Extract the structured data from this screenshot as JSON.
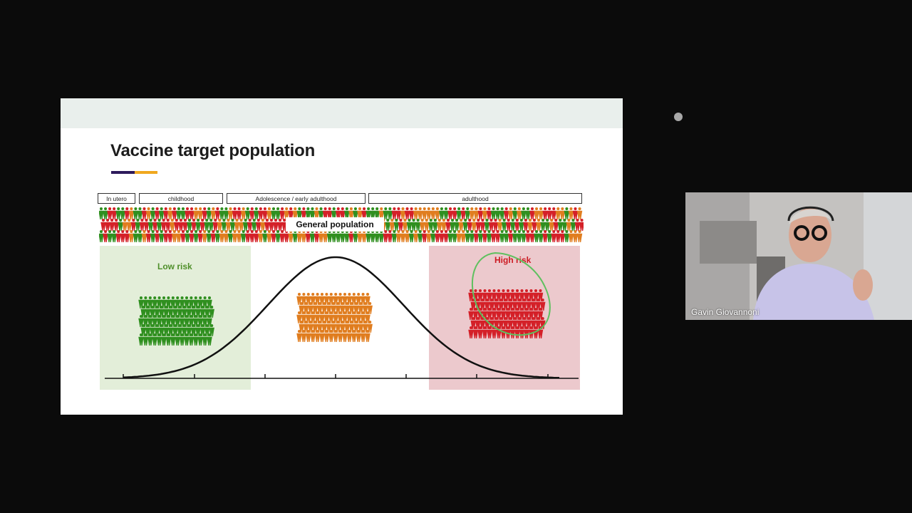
{
  "slide": {
    "title": "Vaccine target population",
    "underline_colors": [
      "#2e1a5c",
      "#f0a81e"
    ],
    "age_groups": [
      "In utero",
      "childhood",
      "Adolescence / early adulthood",
      "adulthood"
    ],
    "general_population_label": "General population",
    "low_risk_label": "Low risk",
    "high_risk_label": "High risk"
  },
  "colors": {
    "low_zone": "#e3eed9",
    "high_zone": "#ecc9cd",
    "low_risk_text": "#4f8f2a",
    "high_risk_text": "#cc1a22",
    "figure_green": "#2f8f1f",
    "figure_orange": "#e07d1f",
    "figure_red": "#d42028",
    "annotation_circle": "#5fc05f"
  },
  "participant": {
    "name": "Gavin Giovannoni"
  }
}
